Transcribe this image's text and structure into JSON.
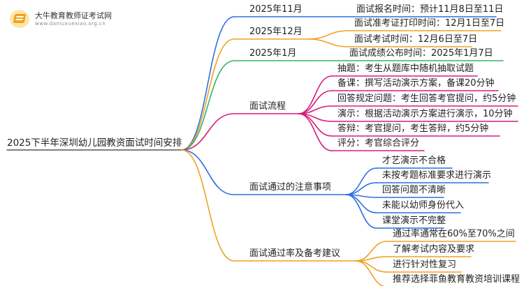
{
  "logo": {
    "title": "大牛教育教师证考试网",
    "subtitle": "www.daniuxuexiao.org.cn",
    "mark": "book-icon"
  },
  "colors": {
    "blue": "#2f6fe0",
    "orange": "#f0a020",
    "green": "#2fb56a",
    "magenta": "#d81b7a"
  },
  "mindmap": {
    "root": "2025下半年深圳幼儿园教资面试时间安排",
    "branches": [
      {
        "label": "2025年11月",
        "color": "blue",
        "children": [
          "面试报名时间：预计11月8日至11日"
        ]
      },
      {
        "label": "2025年12月",
        "color": "orange",
        "children": [
          "面试准考证打印时间：12月1日至7日",
          "面试考试时间：12月6日至7日"
        ]
      },
      {
        "label": "2025年1月",
        "color": "green",
        "children": [
          "面试成绩公布时间：2025年1月7日"
        ]
      },
      {
        "label": "面试流程",
        "color": "magenta",
        "children": [
          "抽题：考生从题库中随机抽取试题",
          "备课：撰写活动演示方案，备课20分钟",
          "回答规定问题：考生回答考官提问，约5分钟",
          "演示：根据活动演示方案进行演示，10分钟",
          "答辩：考官提问，考生答辩，约5分钟",
          "评分：考官综合评分"
        ]
      },
      {
        "label": "面试通过的注意事项",
        "color": "blue",
        "children": [
          "才艺演示不合格",
          "未按考题标准要求进行演示",
          "回答问题不清晰",
          "未能以幼师身份代入",
          "课堂演示不完整"
        ]
      },
      {
        "label": "面试通过率及备考建议",
        "color": "orange",
        "children": [
          "通过率通常在60%至70%之间",
          "了解考试内容及要求",
          "进行针对性复习",
          "推荐选择菲鱼教育教资培训课程"
        ]
      }
    ]
  }
}
